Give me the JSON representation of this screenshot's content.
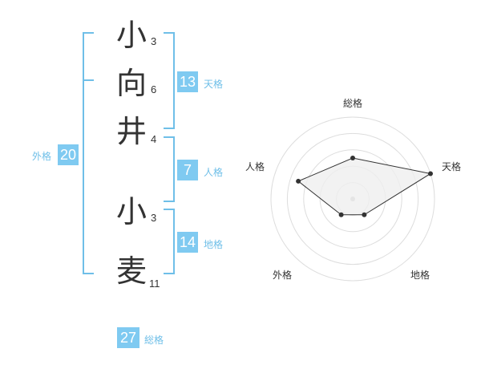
{
  "name": {
    "chars": [
      "小",
      "向",
      "井",
      "小",
      "麦"
    ],
    "strokes": [
      "3",
      "6",
      "4",
      "3",
      "11"
    ]
  },
  "fortune": {
    "tenkaku": {
      "value": "13",
      "label": "天格"
    },
    "jinkaku": {
      "value": "7",
      "label": "人格"
    },
    "chikaku": {
      "value": "14",
      "label": "地格"
    },
    "gaikaku": {
      "value": "20",
      "label": "外格"
    },
    "soukaku": {
      "value": "27",
      "label": "総格"
    }
  },
  "radar": {
    "axes": [
      "総格",
      "天格",
      "地格",
      "外格",
      "人格"
    ],
    "levels": 5,
    "values": [
      2.5,
      5,
      1.2,
      1.2,
      3.5
    ],
    "colors": {
      "fill": "#efefef",
      "stroke": "#333333",
      "ring": "#dddddd",
      "center": "#bbbbbb"
    }
  }
}
